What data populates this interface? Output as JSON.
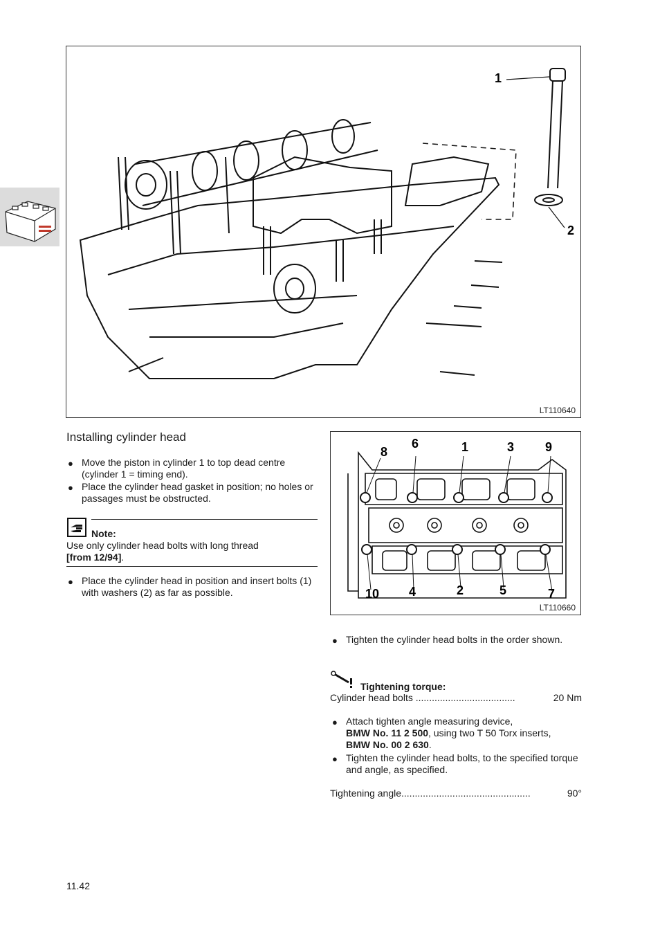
{
  "figure_top": {
    "id": "LT110640",
    "callouts": [
      "1",
      "2"
    ]
  },
  "sidebar_thumb_icon": "engine-block-icon",
  "section_title": "Installing cylinder head",
  "steps_left": [
    "Move the piston in cylinder 1 to top dead centre (cylinder 1 = timing end).",
    "Place the cylinder head gasket in position; no holes or passages must be obstructed."
  ],
  "note": {
    "icon": "note-hand-icon",
    "label": "Note:",
    "text": "Use only cylinder head bolts with long thread",
    "bold": "[from 12/94]",
    "after": "."
  },
  "step_left_3": "Place the cylinder head in position and insert bolts (1) with washers (2) as far as possible.",
  "figure_bolts": {
    "id": "LT110660",
    "top_numbers": [
      "8",
      "6",
      "1",
      "3",
      "9"
    ],
    "bottom_numbers": [
      "10",
      "4",
      "2",
      "5",
      "7"
    ]
  },
  "step_right_1": "Tighten the cylinder head bolts in the order shown.",
  "torque": {
    "icon": "torque-wrench-icon",
    "label": "Tightening torque:",
    "item": "Cylinder head bolts",
    "dots": " .....................................",
    "value": "20 Nm"
  },
  "step_right_2": {
    "a": "Attach tighten angle measuring device,",
    "b1": "BMW No. 11 2 500",
    "b2": ", using two T 50 Torx inserts,",
    "c1": "BMW No. 00 2 630",
    "c2": "."
  },
  "step_right_3": "Tighten the cylinder head bolts, to the specified torque and angle, as specified.",
  "angle": {
    "item": "Tightening angle",
    "dots": "................................................",
    "value": "90°"
  },
  "page_number": "11.42",
  "bullet_glyph": "●"
}
